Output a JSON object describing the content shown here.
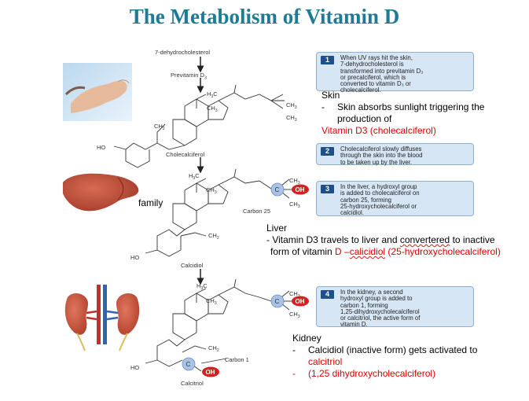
{
  "title": "The Metabolism of Vitamin D",
  "pathway": {
    "label_7dhc": "7-dehydrocholesterol",
    "label_previtamin": "Previtamin D",
    "sub_3": "3",
    "label_cholecalciferol": "Cholecalciferol",
    "label_calcidiol": "Calcidiol",
    "label_calcitriol": "Calcitriol",
    "label_carbon25": "Carbon 25",
    "label_carbon1": "Carbon 1",
    "h3c": "H",
    "ch3": "CH",
    "ch2": "CH",
    "ho": "HO",
    "oh": "OH",
    "c": "C"
  },
  "steps": [
    {
      "num": "1",
      "lines": [
        "When UV rays hit the skin,",
        "7-dehydrocholesterol is",
        "transformed into previtamin D₃",
        "or precalciferol, which is",
        "converted to vitamin D₃ or",
        "cholecalciferol."
      ]
    },
    {
      "num": "2",
      "lines": [
        "Cholecalciferol slowly diffuses",
        "through the skin into the blood",
        "to be taken up by the liver."
      ]
    },
    {
      "num": "3",
      "lines": [
        "In the liver, a hydroxyl group",
        "is added to cholecalciferol on",
        "carbon 25, forming",
        "25-hydroxycholecalciferol or",
        "calcidiol."
      ]
    },
    {
      "num": "4",
      "lines": [
        "In the kidney, a second",
        "hydroxyl group is added to",
        "carbon 1, forming",
        "1,25-dihydroxycholecalciferol",
        "or calcitriol, the active form of",
        "vitamin D."
      ]
    }
  ],
  "skin_note": {
    "heading": "Skin",
    "dash": "-",
    "line1": "Skin absorbs sunlight triggering the",
    "line2": "production of",
    "line3": "Vitamin D3 (cholecalciferol)"
  },
  "family_label": "family",
  "liver_note": {
    "heading": "Liver",
    "line1": "- Vitamin D3 travels to liver and",
    "line1_wavy": "convertered",
    "line1_end": "to inactive",
    "line2_start": "form of vitamin",
    "line2_red": "D –",
    "line2_wavy": "calicidiol",
    "line2_red_end": "(25-hydroxycholecalciferol)"
  },
  "kidney_note": {
    "heading": "Kidney",
    "dash": "-",
    "line1_start": "Calcidiol (inactive form) gets activated to",
    "line2": "calcitriol",
    "line3": "(1,25 dihydroxycholecalciferol)"
  },
  "colors": {
    "title": "#1f7a93",
    "box_bg": "#d7e6f4",
    "step_num": "#1d4f8b",
    "oh_red": "#d62020",
    "c_blue": "#9fbbe0",
    "note_red": "#e00000"
  }
}
